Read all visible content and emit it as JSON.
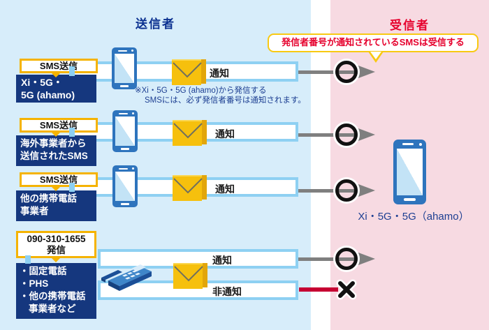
{
  "headers": {
    "sender": "送信者",
    "receiver": "受信者"
  },
  "bubble": {
    "text": "発信者番号が通知されているSMSは受信する"
  },
  "note": {
    "line1": "※Xi・5G・5G (ahamo)から発信する",
    "line2": "SMSには、必ず発信者番号は通知されます。"
  },
  "receiver": {
    "device_label": "Xi・5G・5G（ahamo）"
  },
  "rows": [
    {
      "tag": "SMS送信",
      "source": {
        "line1": "Xi・5G・",
        "line2": "5G (ahamo)"
      },
      "result": "通知",
      "outcome": "received"
    },
    {
      "tag": "SMS送信",
      "source": {
        "line1": "海外事業者から",
        "line2": "送信されたSMS"
      },
      "result": "通知",
      "outcome": "received"
    },
    {
      "tag": "SMS送信",
      "source": {
        "line1": "他の携帯電話",
        "line2": "事業者"
      },
      "result": "通知",
      "outcome": "received"
    },
    {
      "tag": {
        "line1": "090-310-1655",
        "line2": "発信"
      },
      "source": {
        "line1": "・固定電話",
        "line2": "・PHS",
        "line3": "・他の携帯電話",
        "line4": "事業者など"
      },
      "results": {
        "notified": "通知",
        "withheld": "非通知"
      },
      "outcomes": {
        "notified": "received",
        "withheld": "rejected"
      }
    }
  ],
  "icons": {
    "sender_device": "smartphone-icon",
    "receiver_device": "smartphone-icon",
    "message": "envelope-icon",
    "landline": "landline-phone-icon",
    "received": "circle-ok-icon",
    "rejected": "cross-icon"
  },
  "colors": {
    "sender_bg": "#d7edfa",
    "receiver_bg": "#f7dae2",
    "navy": "#15377e",
    "header_navy": "#0b3190",
    "docomo_red": "#e6002d",
    "accent_yellow": "#f5b301",
    "bar_border_blue": "#8ed0f2",
    "envelope_gold": "#f6c00d",
    "phone_blue": "#2e74bd",
    "arrow_gray": "#7f7f7f",
    "reject_red": "#c60032",
    "mark_black": "#111111"
  }
}
